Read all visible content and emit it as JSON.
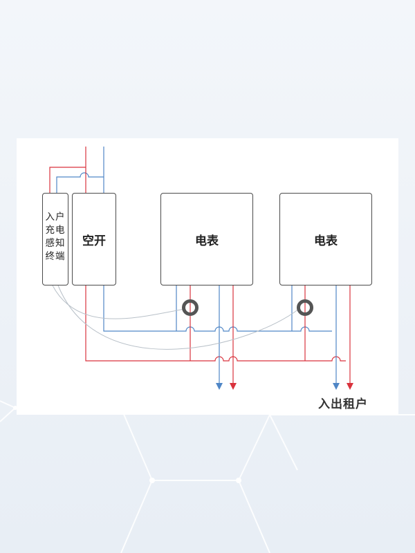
{
  "terminal": {
    "lines": [
      "入户",
      "充电",
      "感知",
      "终端"
    ]
  },
  "breaker": {
    "label": "空开"
  },
  "meters": [
    {
      "label": "电表"
    },
    {
      "label": "电表"
    }
  ],
  "tenant_label": "入出租户",
  "colors": {
    "live": "#d9323c",
    "neutral": "#4f86c6",
    "signal": "#b8c0c8",
    "ct": "#555555",
    "frame": "#4a4a4a"
  }
}
